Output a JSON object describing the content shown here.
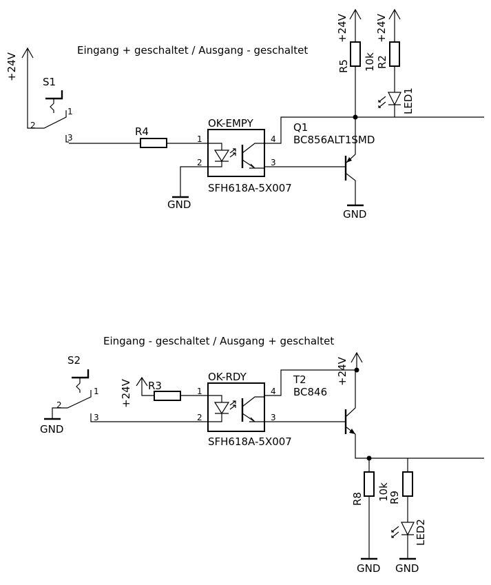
{
  "top": {
    "title": "Eingang + geschaltet / Ausgang - geschaltet",
    "switch": {
      "name": "S1",
      "pin1": "1",
      "pin2": "2",
      "pin3": "3"
    },
    "supply_in": "+24V",
    "resistor_in": "R4",
    "opto": {
      "name": "OK-EMPY",
      "part": "SFH618A-5X007",
      "pin1": "1",
      "pin2": "2",
      "pin3": "3",
      "pin4": "4"
    },
    "gnd_opto": "GND",
    "transistor": {
      "name": "Q1",
      "part": "BC856ALT1SMD"
    },
    "gnd_transistor": "GND",
    "supply_r5": "+24V",
    "supply_r2": "+24V",
    "r5": {
      "name": "R5",
      "value": "10k"
    },
    "r2": {
      "name": "R2"
    },
    "led": "LED1"
  },
  "bottom": {
    "title": "Eingang - geschaltet / Ausgang + geschaltet",
    "switch": {
      "name": "S2",
      "pin1": "1",
      "pin2": "2",
      "pin3": "3"
    },
    "gnd_switch": "GND",
    "supply_in": "+24V",
    "resistor_in": "R3",
    "opto": {
      "name": "OK-RDY",
      "part": "SFH618A-5X007",
      "pin1": "1",
      "pin2": "2",
      "pin3": "3",
      "pin4": "4"
    },
    "transistor": {
      "name": "T2",
      "part": "BC846"
    },
    "supply_out": "+24V",
    "r8": {
      "name": "R8",
      "value": "10k"
    },
    "r9": {
      "name": "R9"
    },
    "led": "LED2",
    "gnd_r8": "GND",
    "gnd_r9": "GND"
  }
}
